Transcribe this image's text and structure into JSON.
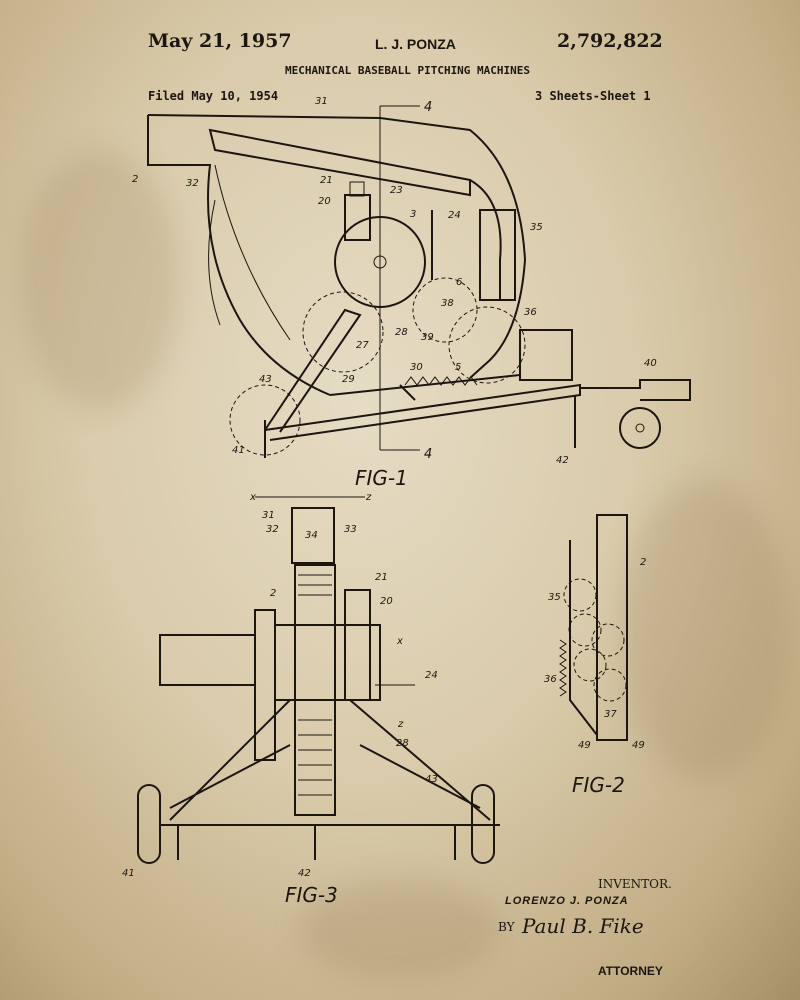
{
  "header": {
    "date": "May 21, 1957",
    "inventor_short": "L. J. PONZA",
    "patent_number": "2,792,822",
    "title": "MECHANICAL BASEBALL PITCHING MACHINES",
    "filed": "Filed May 10, 1954",
    "sheets": "3 Sheets-Sheet 1"
  },
  "figures": {
    "fig1": {
      "label": "FIG-1",
      "refs": [
        "31",
        "4",
        "2",
        "32",
        "21",
        "23",
        "20",
        "3",
        "24",
        "35",
        "6",
        "38",
        "39",
        "36",
        "28",
        "27",
        "5",
        "30",
        "29",
        "43",
        "40",
        "41",
        "42",
        "4"
      ]
    },
    "fig2": {
      "label": "FIG-2",
      "refs": [
        "2",
        "35",
        "36",
        "37",
        "49",
        "49"
      ]
    },
    "fig3": {
      "label": "FIG-3",
      "refs": [
        "31",
        "32",
        "34",
        "33",
        "2",
        "21",
        "20",
        "24",
        "28",
        "43",
        "41",
        "42",
        "x",
        "z",
        "x",
        "z"
      ]
    }
  },
  "footer": {
    "inventor_label": "INVENTOR.",
    "inventor_name": "LORENZO J. PONZA",
    "by": "BY",
    "signature": "Paul B. Fike",
    "attorney_label": "ATTORNEY"
  }
}
